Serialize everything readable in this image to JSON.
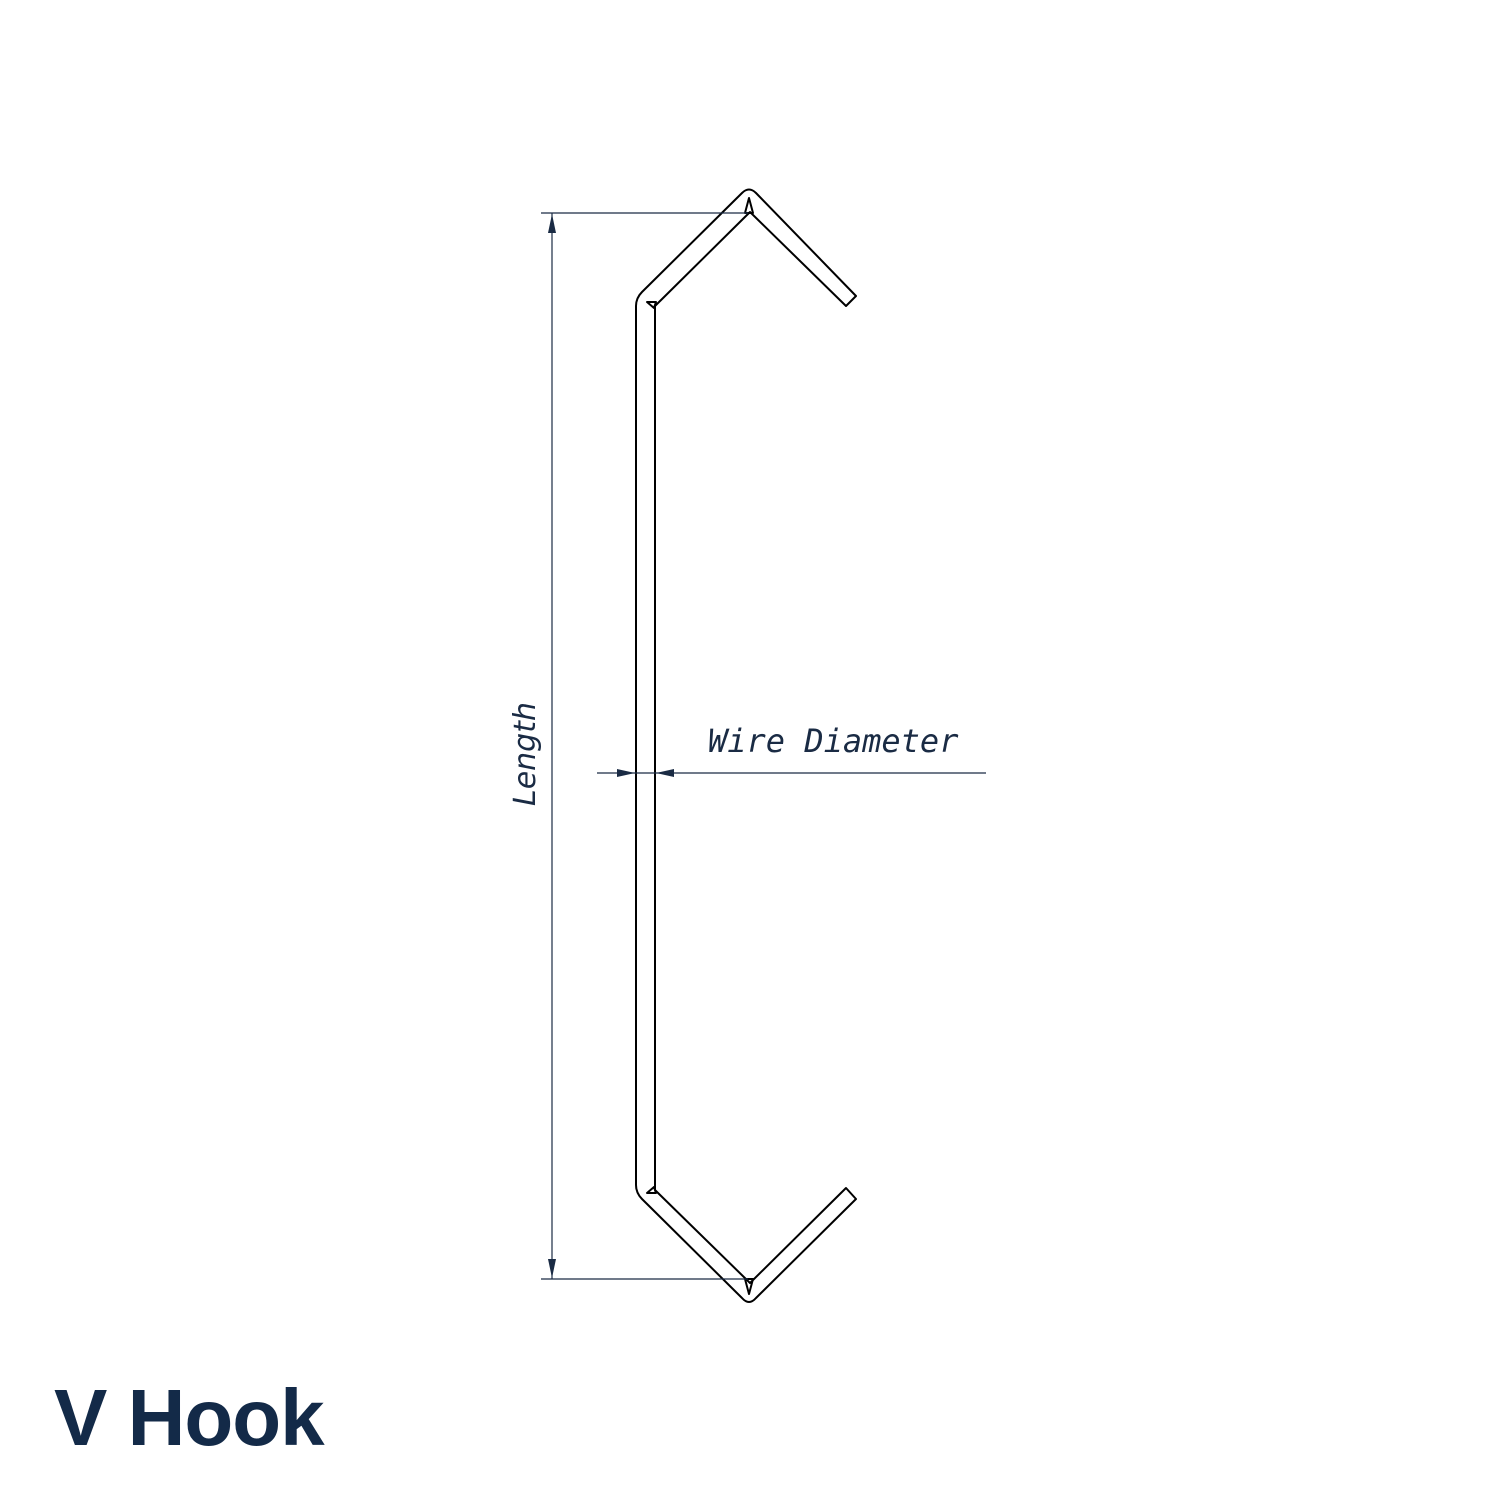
{
  "title": "V Hook",
  "dimensions": {
    "length_label": "Length",
    "wire_diameter_label": "Wire Diameter"
  },
  "colors": {
    "title": "#132a48",
    "dimension": "#1a2b44",
    "outline": "#000000",
    "background": "#ffffff"
  }
}
